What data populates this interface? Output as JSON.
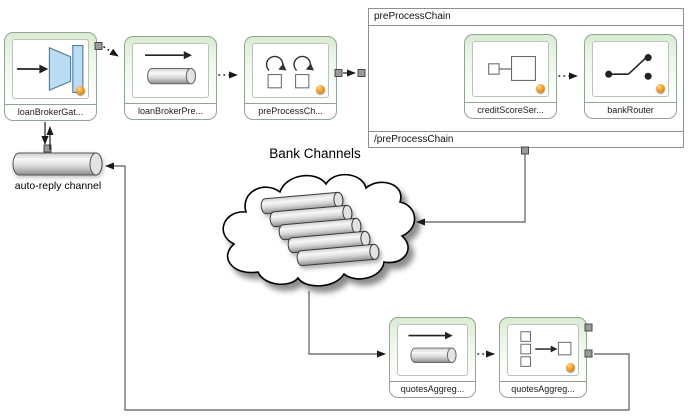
{
  "nodes": {
    "loanBrokerGateway": {
      "label": "loanBrokerGat...",
      "icon": "gateway-icon",
      "badge": true
    },
    "loanBrokerPreProcessing": {
      "label": "loanBrokerPre...",
      "icon": "channel-icon",
      "badge": false
    },
    "preProcessChainNode": {
      "label": "preProcessCh...",
      "icon": "chain-icon",
      "badge": true
    },
    "creditScoreService": {
      "label": "creditScoreSer...",
      "icon": "service-activator-icon",
      "badge": true
    },
    "bankRouter": {
      "label": "bankRouter",
      "icon": "router-icon",
      "badge": true
    },
    "quotesAggregationChannel": {
      "label": "quotesAggreg...",
      "icon": "channel-icon",
      "badge": false
    },
    "quotesAggregator": {
      "label": "quotesAggreg...",
      "icon": "aggregator-icon",
      "badge": true
    }
  },
  "group": {
    "title": "preProcessChain",
    "footer": "/preProcessChain"
  },
  "cloud": {
    "label": "Bank Channels",
    "pipes": 5
  },
  "autoReply": {
    "label": "auto-reply channel"
  },
  "colors": {
    "nodeGradientTop": "#d9ecd2",
    "nodeBorder": "#93a393",
    "gatewayBlue": "#b9ddf2",
    "gatewayBlueBorder": "#59799c",
    "badgeOrange": "#ef9c2a",
    "connectionLine": "#5a5a5a",
    "dottedLine": "#1a1a1a"
  }
}
